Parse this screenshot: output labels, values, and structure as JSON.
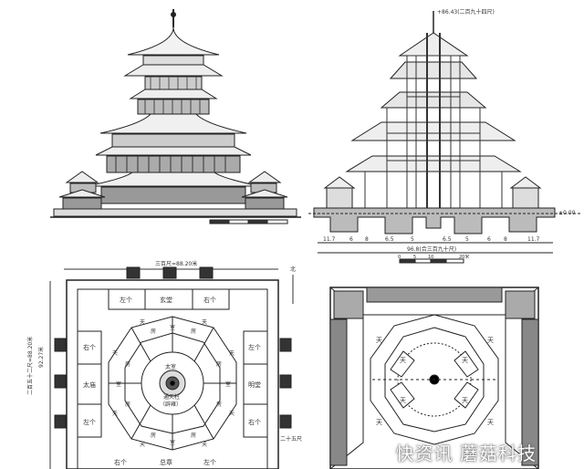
{
  "panels": {
    "elevation": {},
    "section": {
      "top_height_label": "+86.43(二百九十四尺)",
      "right_level_label": "±0.00",
      "dims": [
        "11.7",
        "6",
        "8",
        "6.5",
        "5",
        "6.5",
        "5",
        "6",
        "8",
        "11.7"
      ],
      "total_dim": "96.8(合三百九十尺)",
      "scale_ticks": [
        "0",
        "5",
        "10",
        "20米"
      ]
    },
    "plan": {
      "top_dim": "三百尺=88.20米",
      "left_dim": "二百五十二尺=88.20米",
      "left_inner_dim": "92.27米",
      "north_label": "北",
      "room_labels": [
        "左个",
        "玄堂",
        "右个",
        "右个",
        "太庙",
        "左个",
        "左个",
        "明堂",
        "右个",
        "右个",
        "总章",
        "左个",
        "天",
        "天",
        "天",
        "天",
        "天",
        "天",
        "天",
        "天",
        "房",
        "房",
        "房",
        "房",
        "房",
        "房",
        "房",
        "房",
        "室",
        "室",
        "室",
        "室"
      ],
      "center_labels": [
        "太室",
        "（辟雍）",
        "通天柱"
      ],
      "right_note": "二十五尺"
    },
    "upper_plan": {
      "labels": [
        "天",
        "天",
        "天",
        "天",
        "天",
        "天",
        "天",
        "天"
      ]
    }
  },
  "watermark": "快资讯 蘑菇科技"
}
